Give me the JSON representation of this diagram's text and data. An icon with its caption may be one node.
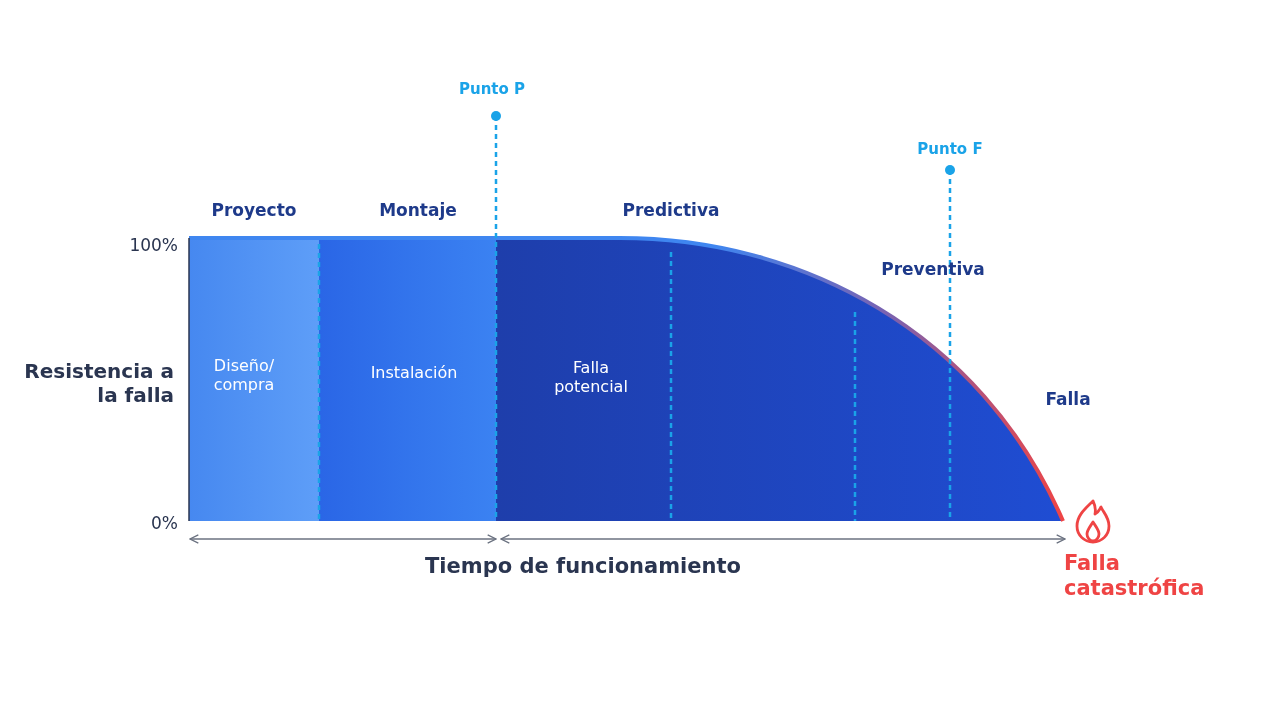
{
  "diagram": {
    "labels": [
      "Punto P",
      "Punto F",
      "Proyecto",
      "Montaje",
      "Predictiva",
      "100%",
      "Preventiva",
      "Resistencia a la falla",
      "Diseño/ compra",
      "Instalación",
      "Falla potencial",
      "Falla",
      "0%",
      "Tiempo de funcionamiento",
      "Falla catastrófica"
    ]
  }
}
